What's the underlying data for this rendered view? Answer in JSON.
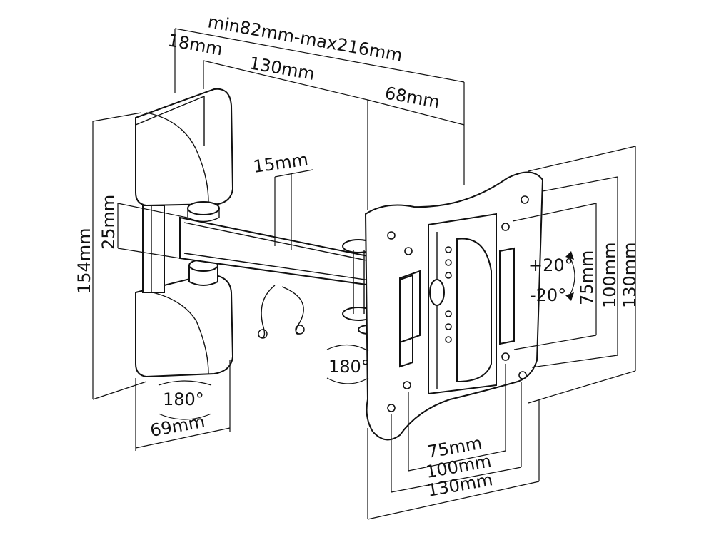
{
  "dimensions": {
    "depth_range": "min82mm-max216mm",
    "wall_plate_depth": "18mm",
    "arm_length": "130mm",
    "head_depth": "68mm",
    "arm_gap": "15mm",
    "wall_plate_height": "154mm",
    "arm_height": "25mm",
    "wall_plate_width": "69mm",
    "rotation_wall": "180°",
    "rotation_arm": "180°",
    "tilt_up": "+20°",
    "tilt_down": "-20°",
    "vesa_h_75": "75mm",
    "vesa_h_100": "100mm",
    "vesa_h_130": "130mm",
    "vesa_v_75": "75mm",
    "vesa_v_100": "100mm",
    "vesa_v_130": "130mm"
  }
}
